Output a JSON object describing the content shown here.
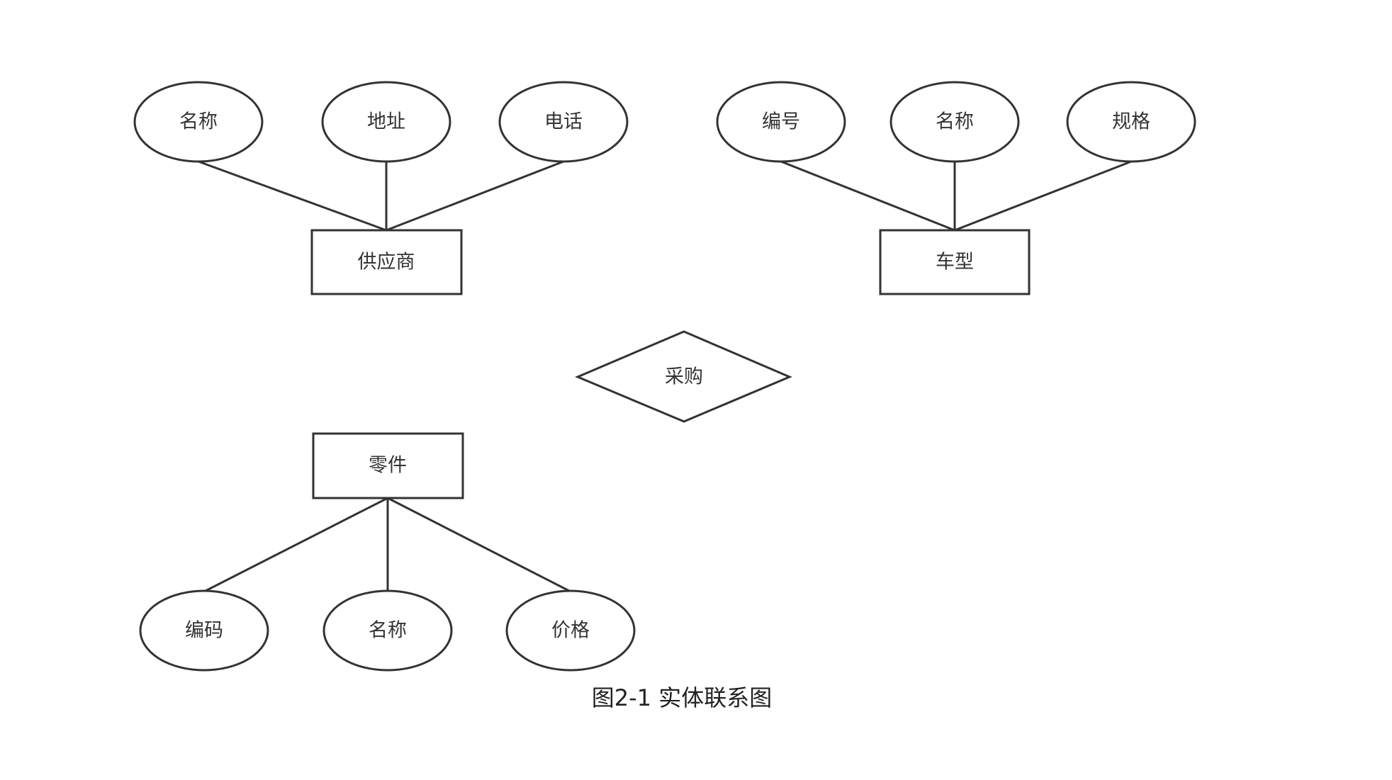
{
  "diagram": {
    "entities": [
      {
        "id": "supplier",
        "label": "供应商"
      },
      {
        "id": "car_model",
        "label": "车型"
      },
      {
        "id": "part",
        "label": "零件"
      }
    ],
    "relationships": [
      {
        "id": "purchase",
        "label": "采购"
      }
    ],
    "attributes": {
      "supplier": [
        "名称",
        "地址",
        "电话"
      ],
      "car_model": [
        "编号",
        "名称",
        "规格"
      ],
      "part": [
        "编码",
        "名称",
        "价格"
      ]
    },
    "caption": "图2-1 实体联系图"
  }
}
